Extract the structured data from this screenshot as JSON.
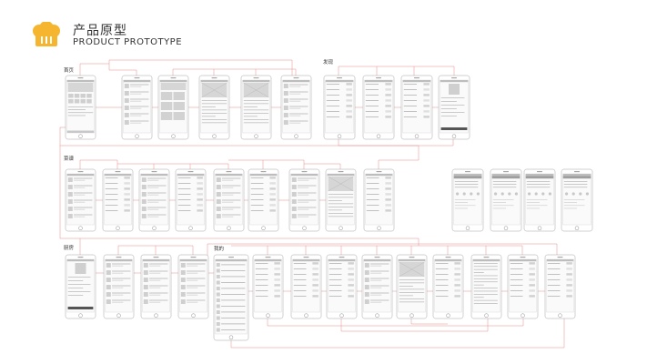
{
  "header": {
    "title_cn": "产品原型",
    "title_en": "PRODUCT PROTOTYPE",
    "icon": "cupcake-icon",
    "accent_color": "#F5B52E"
  },
  "sections": {
    "home": "首页",
    "discover": "发现",
    "recipes": "菜谱",
    "kitchen": "厨房",
    "favorites": "我的"
  },
  "colors": {
    "link": "#E88A8A",
    "frame": "#9A9A9A",
    "screen_block": "#D6D6D6",
    "dark_bar": "#555555"
  }
}
